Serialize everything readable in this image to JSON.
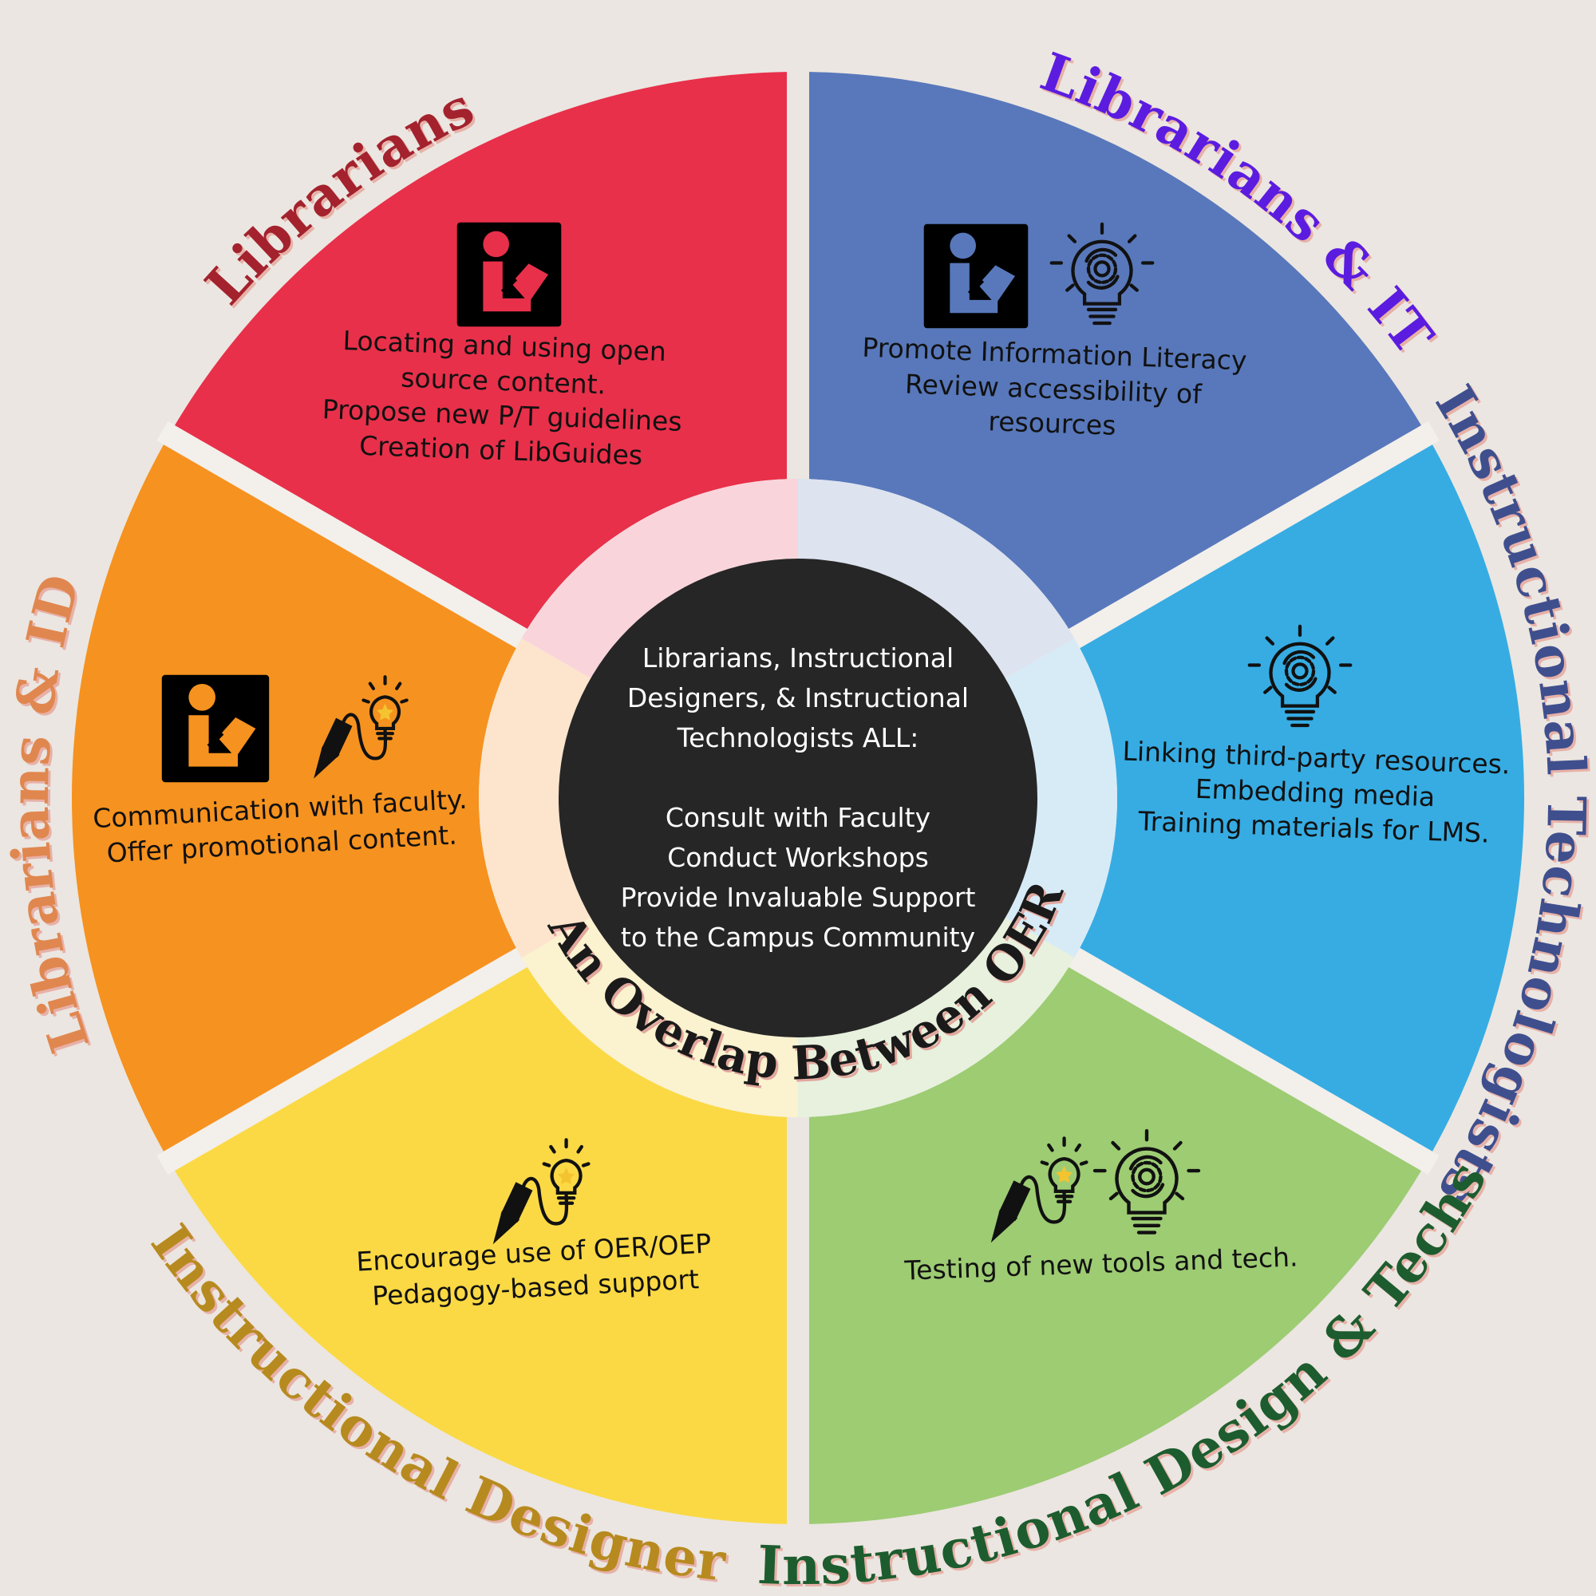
{
  "colors": {
    "background": "#ebe6e1",
    "librarians": "#e8304a",
    "librarians_it": "#5878bb",
    "instructional_technologists": "#36ace3",
    "instructional_design_techs": "#9dcc73",
    "instructional_designer": "#fbd944",
    "librarians_id": "#f6921f",
    "center": "#262626"
  },
  "segments": {
    "librarians": {
      "title": "Librarians",
      "title_color": "#a3222d",
      "lines": [
        "Locating and using open",
        "source content.",
        "Propose new P/T guidelines",
        "Creation of LibGuides"
      ],
      "icons": [
        "reading-person-icon"
      ]
    },
    "librarians_it": {
      "title": "Librarians & IT",
      "title_color": "#5b1ce0",
      "lines": [
        "Promote Information Literacy",
        "Review accessibility of",
        "resources"
      ],
      "icons": [
        "reading-person-icon",
        "gear-lightbulb-icon"
      ]
    },
    "instructional_technologists": {
      "title": "Instructional Technologists",
      "title_color": "#3f4f8e",
      "lines": [
        "Linking third-party resources.",
        "Embedding media",
        "Training materials for LMS."
      ],
      "icons": [
        "gear-lightbulb-icon"
      ]
    },
    "instructional_design_techs": {
      "title": "Instructional Design & Techs",
      "title_color": "#1d5c2e",
      "lines": [
        "Testing of new tools and tech."
      ],
      "icons": [
        "pencil-lightbulb-icon",
        "gear-lightbulb-icon"
      ]
    },
    "instructional_designer": {
      "title": "Instructional Designer",
      "title_color": "#b78a1f",
      "lines": [
        "Encourage use of OER/OEP",
        "Pedagogy-based support"
      ],
      "icons": [
        "pencil-lightbulb-icon"
      ]
    },
    "librarians_id": {
      "title": "Librarians & ID",
      "title_color": "#e0874f",
      "lines": [
        "Communication with faculty.",
        "Offer promotional content."
      ],
      "icons": [
        "reading-person-icon",
        "pencil-lightbulb-icon"
      ]
    }
  },
  "center": {
    "lines": [
      "Librarians, Instructional",
      "Designers, & Instructional",
      "Technologists ALL:",
      "",
      "Consult with Faculty",
      "Conduct Workshops",
      "Provide Invaluable Support",
      "to the Campus Community"
    ]
  },
  "ring_title": "An Overlap Between OER Roles"
}
